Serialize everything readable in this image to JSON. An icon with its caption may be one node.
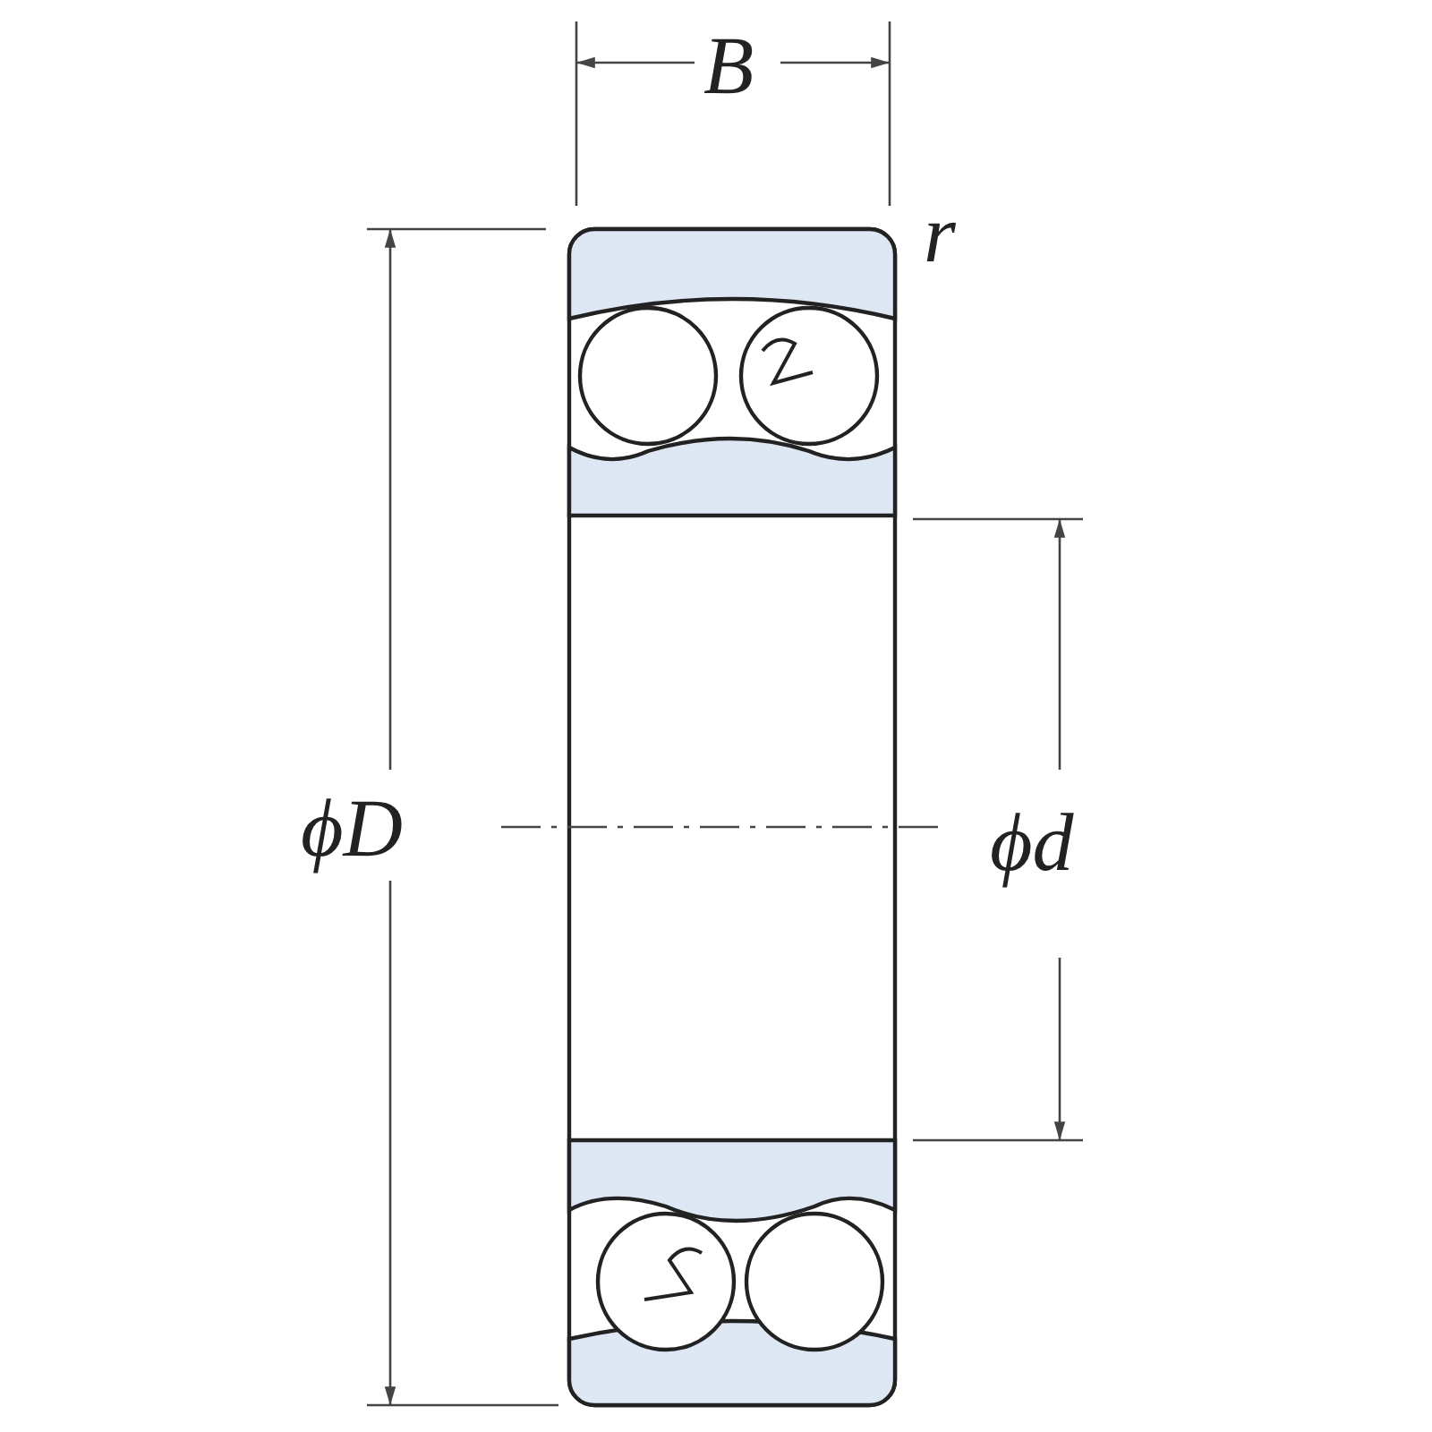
{
  "diagram": {
    "labels": [
      "B",
      "r",
      "ϕD",
      "ϕd"
    ]
  }
}
